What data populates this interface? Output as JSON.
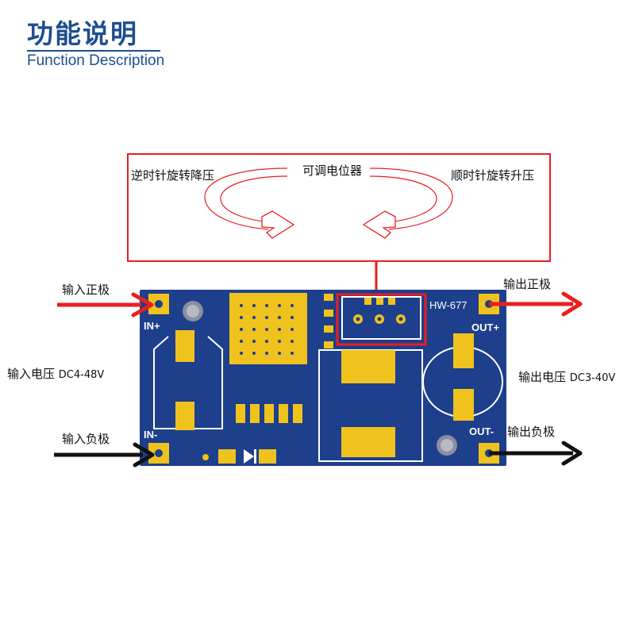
{
  "header": {
    "title_cn": "功能说明",
    "title_en": "Function Description"
  },
  "potentiometer_box": {
    "center_label": "可调电位器",
    "left_label": "逆时针旋转降压",
    "right_label": "顺时针旋转升压"
  },
  "left_side": {
    "input_positive": "输入正极",
    "input_voltage": "输入电压",
    "input_voltage_range": "DC4-48V",
    "input_negative": "输入负极"
  },
  "right_side": {
    "output_positive": "输出正极",
    "output_voltage": "输出电压",
    "output_voltage_range": "DC3-40V",
    "output_negative": "输出负极"
  },
  "board": {
    "model": "HW-677",
    "in_plus": "IN+",
    "in_minus": "IN-",
    "out_plus": "OUT+",
    "out_minus": "OUT-"
  },
  "colors": {
    "title": "#1d4f8f",
    "pcb_blue": "#1d3f8c",
    "gold_pad": "#f0c21e",
    "red_accent": "#e81f1f",
    "black_arrow": "#111111"
  }
}
